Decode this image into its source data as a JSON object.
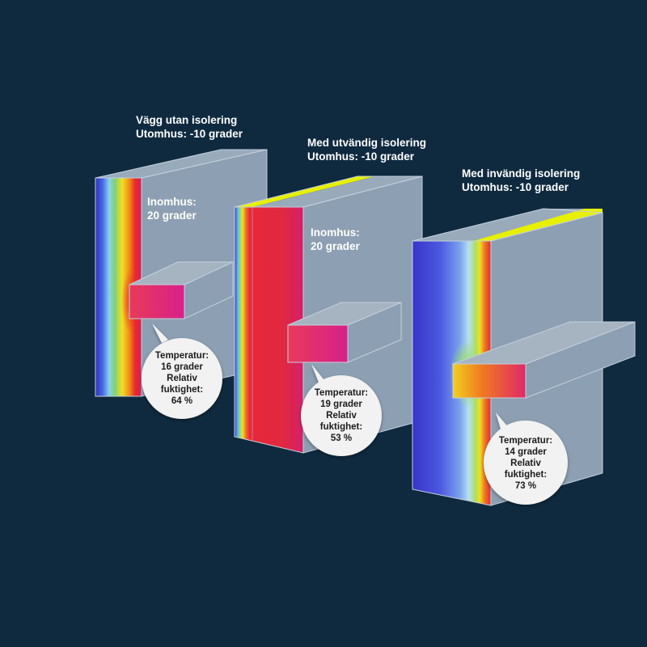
{
  "walls": [
    {
      "title": "Vägg utan isolering",
      "outdoor": "Utomhus: -10 grader",
      "indoor_label": "Inomhus:",
      "indoor_value": "20 grader",
      "temperature_label": "Temperatur:",
      "temperature_value": "16 grader",
      "humidity_label_1": "Relativ",
      "humidity_label_2": "fuktighet:",
      "humidity_value": "64 %",
      "insulation": "none"
    },
    {
      "title": "Med utvändig isolering",
      "outdoor": "Utomhus: -10 grader",
      "indoor_label": "Inomhus:",
      "indoor_value": "20 grader",
      "temperature_label": "Temperatur:",
      "temperature_value": "19 grader",
      "humidity_label_1": "Relativ",
      "humidity_label_2": "fuktighet:",
      "humidity_value": "53 %",
      "insulation": "exterior"
    },
    {
      "title": "Med invändig isolering",
      "outdoor": "Utomhus: -10 grader",
      "temperature_label": "Temperatur:",
      "temperature_value": "14 grader",
      "humidity_label_1": "Relativ",
      "humidity_label_2": "fuktighet:",
      "humidity_value": "73 %",
      "insulation": "interior"
    }
  ],
  "colors": {
    "background": "#0f2a3f",
    "wall_face": "#8d9fb2",
    "wall_top": "#99aabb",
    "insulation": "#e6f000",
    "cold": "#3a3fd6",
    "warm": "#e8283a",
    "beam": "#e0287a"
  }
}
